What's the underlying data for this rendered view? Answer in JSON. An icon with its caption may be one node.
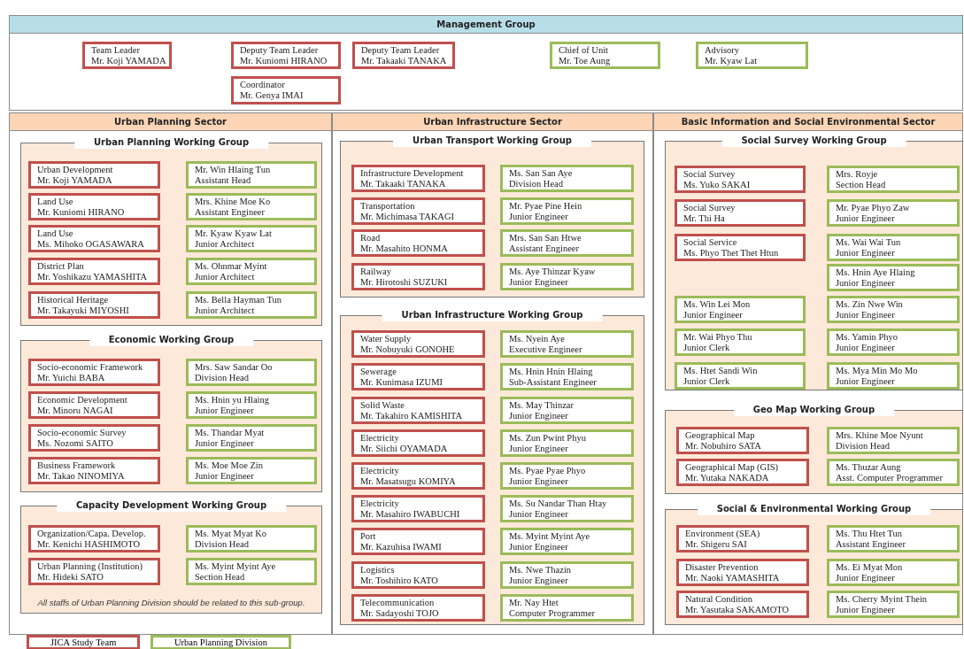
{
  "diagram": {
    "nodes": [
      {
        "text": [
          "Management Group"
        ]
      },
      {
        "text": [
          "Team Leader",
          "Mr. Koji YAMADA"
        ],
        "in": 0
      },
      {
        "text": [
          "Deputy Team Leader",
          "Mr. Kuniomi HIRANO"
        ],
        "in": 0
      },
      {
        "text": [
          "Deputy Team Leader",
          "Mr. Takaaki TANAKA"
        ],
        "in": 0
      },
      {
        "text": [
          "Chief of Unit",
          "Mr. Toe Aung"
        ],
        "in": 0
      },
      {
        "text": [
          "Advisory",
          "Mr. Kyaw Lat"
        ],
        "in": 0
      },
      {
        "text": [
          "Coordinator",
          "Mr. Genya IMAI"
        ],
        "in": 0
      },
      {
        "text": [
          "Urban Planning Sector"
        ]
      },
      {
        "text": [
          "Urban Planning Working Group"
        ],
        "in": 7
      },
      {
        "text": [
          "Urban Development",
          "Mr. Koji YAMADA"
        ],
        "in": 8
      },
      {
        "text": [
          "Mr. Win Hlaing Tun",
          "Assistant Head"
        ],
        "in": 8
      },
      {
        "text": [
          "Land Use",
          "Mr. Kuniomi HIRANO"
        ],
        "in": 8
      },
      {
        "text": [
          "Mrs. Khine Moe Ko",
          "Assistant Engineer"
        ],
        "in": 8
      },
      {
        "text": [
          "Land Use",
          "Ms. Mihoko OGASAWARA"
        ],
        "in": 8
      },
      {
        "text": [
          "Mr. Kyaw Kyaw Lat",
          "Junior Architect"
        ],
        "in": 8
      },
      {
        "text": [
          "District Plan",
          "Mr. Yoshikazu YAMASHITA"
        ],
        "in": 8
      },
      {
        "text": [
          "Ms. Ohnmar Myint",
          "Junior Architect"
        ],
        "in": 8
      },
      {
        "text": [
          "Historical Heritage",
          "Mr. Takayuki MIYOSHI"
        ],
        "in": 8
      },
      {
        "text": [
          "Ms. Bella Hayman Tun",
          "Junior Architect"
        ],
        "in": 8
      },
      {
        "text": [
          "Economic Working Group"
        ],
        "in": 7
      },
      {
        "text": [
          "Socio-economic Framework",
          "Mr. Yuichi BABA"
        ],
        "in": 19
      },
      {
        "text": [
          "Mrs. Saw Sandar Oo",
          "Division Head"
        ],
        "in": 19
      },
      {
        "text": [
          "Economic Development",
          "Mr. Minoru NAGAI"
        ],
        "in": 19
      },
      {
        "text": [
          "Ms. Hnin yu Hlaing",
          "Junior Engineer"
        ],
        "in": 19
      },
      {
        "text": [
          "Socio-economic Survey",
          "Ms. Nozomi SAITO"
        ],
        "in": 19
      },
      {
        "text": [
          "Ms. Thandar Myat",
          "Junior Engineer"
        ],
        "in": 19
      },
      {
        "text": [
          "Business Framework",
          "Mr. Takao NINOMIYA"
        ],
        "in": 19
      },
      {
        "text": [
          "Ms. Moe Moe Zin",
          "Junior Engineer"
        ],
        "in": 19
      },
      {
        "text": [
          "Capacity Development Working Group",
          "All staffs of Urban Planning Division should be related to this sub-group."
        ],
        "in": 7
      },
      {
        "text": [
          "Organization/Capa. Develop.",
          "Mr. Kenichi HASHIMOTO"
        ],
        "in": 28
      },
      {
        "text": [
          "Ms. Myat Myat Ko",
          "Division Head"
        ],
        "in": 28
      },
      {
        "text": [
          "Urban Planning (Institution)",
          "Mr. Hideki SATO"
        ],
        "in": 28
      },
      {
        "text": [
          "Ms. Myint Myint Aye",
          "Section Head"
        ],
        "in": 28
      },
      {
        "text": [
          "Urban Infrastructure Sector"
        ]
      },
      {
        "text": [
          "Urban Transport Working Group"
        ],
        "in": 33
      },
      {
        "text": [
          "Infrastructure Development",
          "Mr. Takaaki TANAKA"
        ],
        "in": 34
      },
      {
        "text": [
          "Ms. San San Aye",
          "Division Head"
        ],
        "in": 34
      },
      {
        "text": [
          "Transportation",
          "Mr. Michimasa TAKAGI"
        ],
        "in": 34
      },
      {
        "text": [
          "Mr. Pyae Pine Hein",
          "Junior Engineer"
        ],
        "in": 34
      },
      {
        "text": [
          "Road",
          "Mr. Masahito HONMA"
        ],
        "in": 34
      },
      {
        "text": [
          "Mrs. San San Htwe",
          "Assistant Engineer"
        ],
        "in": 34
      },
      {
        "text": [
          "Railway",
          "Mr. Hirotoshi SUZUKI"
        ],
        "in": 34
      },
      {
        "text": [
          "Ms. Aye Thinzar Kyaw",
          "Junior Engineer"
        ],
        "in": 34
      },
      {
        "text": [
          "Urban Infrastructure Working Group"
        ],
        "in": 33
      },
      {
        "text": [
          "Water Supply",
          "Mr. Nobuyuki GONOHE"
        ],
        "in": 43
      },
      {
        "text": [
          "Ms. Nyein Aye",
          "Executive Engineer"
        ],
        "in": 43
      },
      {
        "text": [
          "Sewerage",
          "Mr. Kunimasa IZUMI"
        ],
        "in": 43
      },
      {
        "text": [
          "Ms. Hnin Hnin Hlaing",
          "Sub-Assistant Engineer"
        ],
        "in": 43
      },
      {
        "text": [
          "Solid Waste",
          "Mr. Takahiro KAMISHITA"
        ],
        "in": 43
      },
      {
        "text": [
          "Ms. May Thinzar",
          "Junior Engineer"
        ],
        "in": 43
      },
      {
        "text": [
          "Electricity",
          "Mr. Siichi OYAMADA"
        ],
        "in": 43
      },
      {
        "text": [
          "Ms. Zun Pwint Phyu",
          "Junior Engineer"
        ],
        "in": 43
      },
      {
        "text": [
          "Electricity",
          "Mr. Masatsugu KOMIYA"
        ],
        "in": 43
      },
      {
        "text": [
          "Ms. Pyae Pyae Phyo",
          "Junior Engineer"
        ],
        "in": 43
      },
      {
        "text": [
          "Electricity",
          "Mr. Masahiro IWABUCHI"
        ],
        "in": 43
      },
      {
        "text": [
          "Ms. Su Nandar Than Htay",
          "Junior Engineer"
        ],
        "in": 43
      },
      {
        "text": [
          "Port",
          "Mr. Kazuhisa IWAMI"
        ],
        "in": 43
      },
      {
        "text": [
          "Ms. Myint Myint Aye",
          "Junior Engineer"
        ],
        "in": 43
      },
      {
        "text": [
          "Logistics",
          "Mr. Toshihiro KATO"
        ],
        "in": 43
      },
      {
        "text": [
          "Ms. Nwe Thazin",
          "Junior Engineer"
        ],
        "in": 43
      },
      {
        "text": [
          "Telecommunication",
          "Mr. Sadayoshi TOJO"
        ],
        "in": 43
      },
      {
        "text": [
          "Mr. Nay Htet",
          "Computer Programmer"
        ],
        "in": 43
      },
      {
        "text": [
          "Basic Information and Social Environmental Sector"
        ]
      },
      {
        "text": [
          "Social Survey Working Group"
        ],
        "in": 62
      },
      {
        "text": [
          "Social Survey",
          "Ms. Yuko SAKAI"
        ],
        "in": 63
      },
      {
        "text": [
          "Mrs. Royje",
          "Section Head"
        ],
        "in": 63
      },
      {
        "text": [
          "Social Survey",
          "Mr. Thi Ha"
        ],
        "in": 63
      },
      {
        "text": [
          "Mr. Pyae Phyo Zaw",
          "Junior Engineer"
        ],
        "in": 63
      },
      {
        "text": [
          "Social Service",
          "Ms. Phyo Thet Thet Htun"
        ],
        "in": 63
      },
      {
        "text": [
          "Ms. Wai Wai Tun",
          "Junior Engineer"
        ],
        "in": 63
      },
      {
        "text": [
          "Ms. Hnin Aye Hlaing",
          "Junior Engineer"
        ],
        "in": 63
      },
      {
        "text": [
          "Ms. Win Lei Mon",
          "Junior Engineer"
        ],
        "in": 63
      },
      {
        "text": [
          "Ms. Zin Nwe Win",
          "Junior Engineer"
        ],
        "in": 63
      },
      {
        "text": [
          "Mr. Wai Phyo Thu",
          "Junior Clerk"
        ],
        "in": 63
      },
      {
        "text": [
          "Ms. Yamin Phyo",
          "Junior Engineer"
        ],
        "in": 63
      },
      {
        "text": [
          "Ms. Htet Sandi Win",
          "Junior Clerk"
        ],
        "in": 63
      },
      {
        "text": [
          "Ms. Mya Min Mo Mo",
          "Junior Engineer"
        ],
        "in": 63
      },
      {
        "text": [
          "Geo Map Working Group"
        ],
        "in": 62
      },
      {
        "text": [
          "Geographical Map",
          "Mr. Nobuhiro SATA"
        ],
        "in": 77
      },
      {
        "text": [
          "Mrs. Khine Moe Nyunt",
          "Division Head"
        ],
        "in": 77
      },
      {
        "text": [
          "Geographical Map (GIS)",
          "Mr. Yutaka NAKADA"
        ],
        "in": 77
      },
      {
        "text": [
          "Ms. Thuzar Aung",
          "Asst. Computer Programmer"
        ],
        "in": 77
      },
      {
        "text": [
          "Social & Environmental Working Group"
        ],
        "in": 62
      },
      {
        "text": [
          "Environment (SEA)",
          "Mr. Shigeru SAI"
        ],
        "in": 82
      },
      {
        "text": [
          "Ms. Thu Htet Tun",
          "Assistant Engineer"
        ],
        "in": 82
      },
      {
        "text": [
          "Disaster Prevention",
          "Mr. Naoki YAMASHITA"
        ],
        "in": 82
      },
      {
        "text": [
          "Ms. Ei Myat Mon",
          "Junior Engineer"
        ],
        "in": 82
      },
      {
        "text": [
          "Natural Condition",
          "Mr. Yasutaka SAKAMOTO"
        ],
        "in": 82
      },
      {
        "text": [
          "Ms. Cherry Myint Thein",
          "Junior Engineer"
        ],
        "in": 82
      }
    ],
    "edges": [],
    "legend": [
      {
        "text": "JICA Study Team",
        "color": "#c0504d"
      },
      {
        "text": "Urban Planning Division",
        "color": "#9bbb59"
      }
    ]
  }
}
